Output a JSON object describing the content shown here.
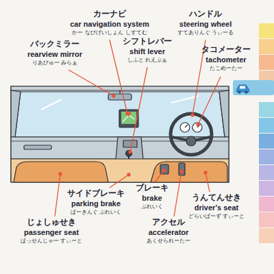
{
  "diagram": {
    "labels": [
      "カーナビ",
      "car navigation system",
      "かー なびげいしょん しすてむ",
      "ハンドル",
      "steering wheel",
      "すてありんぐ うぃーる",
      "シフトレバー",
      "shift lever",
      "しふと れえぶぁ",
      "バックミラー",
      "rearview mirror",
      "りあびゅー みらぁ",
      "タコメーター",
      "tachometer",
      "たこめーたー",
      "サイドブレーキ",
      "parking brake",
      "ぱーきんぐ ぶれいく",
      "ブレーキ",
      "brake",
      "ぶれいく",
      "うんてんせき",
      "driver's seat",
      "どらいばーず すぃーと",
      "アクセル",
      "accelerator",
      "あくせられーたー",
      "じょしゅせき",
      "passenger seat",
      "ぱっせんじゃー すぃーと"
    ]
  }
}
